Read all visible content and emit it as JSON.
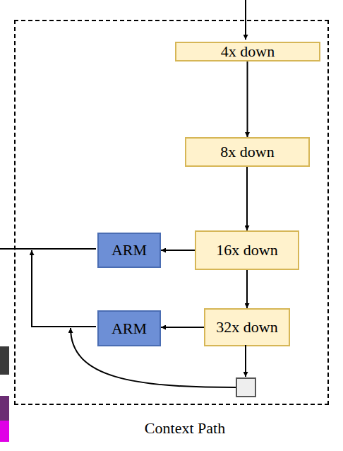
{
  "diagram": {
    "nodes": [
      {
        "text": [
          "Context Path"
        ]
      },
      {
        "text": [
          "4x down"
        ],
        "in": 0
      },
      {
        "text": [
          "8x down"
        ],
        "in": 0
      },
      {
        "text": [
          "ARM"
        ],
        "in": 0
      },
      {
        "text": [
          "16x down"
        ],
        "in": 0
      },
      {
        "text": [
          "ARM"
        ],
        "in": 0
      },
      {
        "text": [
          "32x down"
        ],
        "in": 0
      }
    ],
    "edges": [
      {
        "from": 1,
        "to": 2,
        "arrow": "to"
      },
      {
        "from": 2,
        "to": 4,
        "arrow": "to"
      },
      {
        "from": 4,
        "to": 6,
        "arrow": "to"
      },
      {
        "from": 4,
        "to": 3,
        "arrow": "to"
      },
      {
        "from": 6,
        "to": 5,
        "arrow": "to"
      }
    ]
  }
}
